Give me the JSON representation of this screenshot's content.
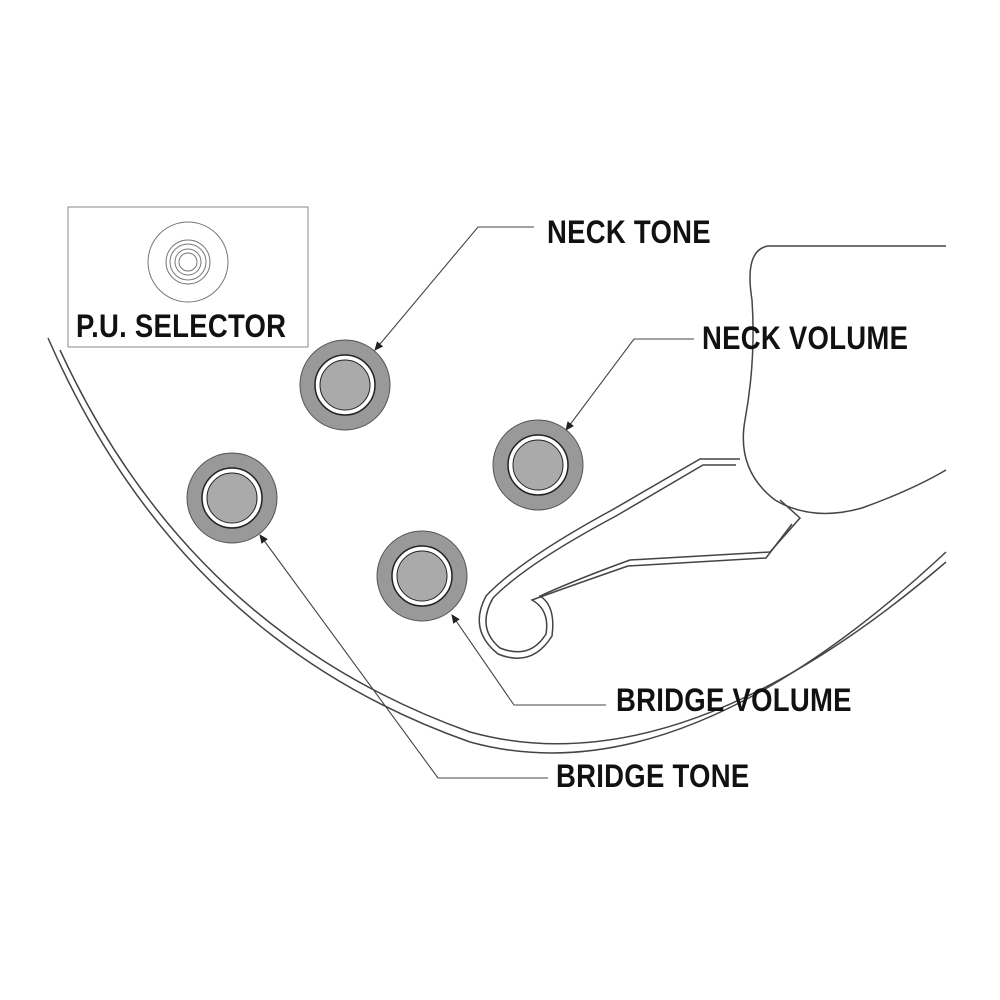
{
  "labels": {
    "pu_selector": "P.U. SELECTOR",
    "neck_tone": "NECK TONE",
    "neck_volume": "NECK VOLUME",
    "bridge_volume": "BRIDGE VOLUME",
    "bridge_tone": "BRIDGE TONE"
  },
  "colors": {
    "line": "#444444",
    "knob_outer": "#999999",
    "knob_inner": "#aaaaaa",
    "text": "#111111"
  }
}
